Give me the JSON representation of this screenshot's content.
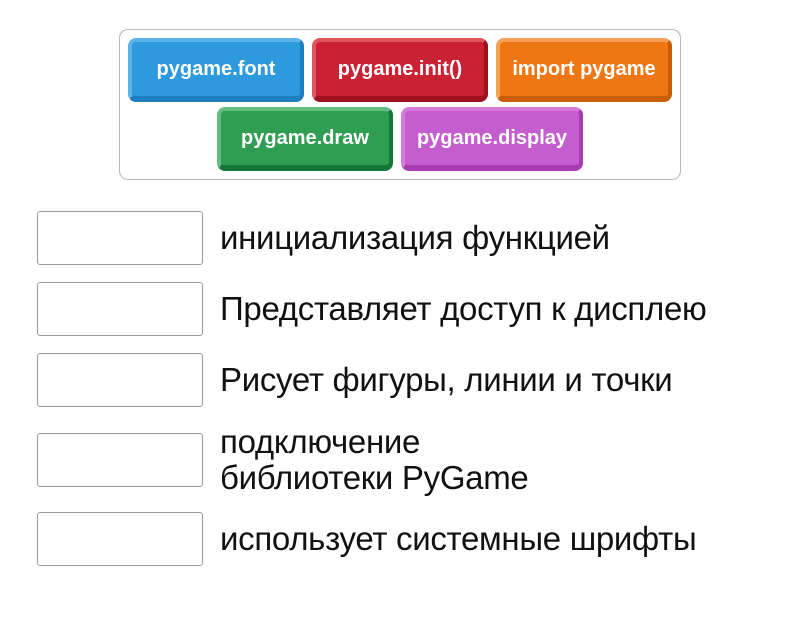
{
  "word_bank": {
    "chips": [
      {
        "label": "pygame.font",
        "color": "#2d9add",
        "light": "#5cb3e9",
        "dark": "#1e7ec2"
      },
      {
        "label": "pygame.init()",
        "color": "#ca2133",
        "light": "#de5560",
        "dark": "#9e1220"
      },
      {
        "label": "import pygame",
        "color": "#ee7714",
        "light": "#f6a055",
        "dark": "#c75e05"
      },
      {
        "label": "pygame.draw",
        "color": "#2f9e53",
        "light": "#63bd81",
        "dark": "#17763a"
      },
      {
        "label": "pygame.display",
        "color": "#c45ece",
        "light": "#d47ada",
        "dark": "#a93bb0"
      }
    ]
  },
  "match_rows": [
    {
      "definition": "инициализация функцией"
    },
    {
      "definition": "Представляет доступ к дисплею"
    },
    {
      "definition": "Рисует фигуры, линии и точки"
    },
    {
      "definition": "подключение\nбиблиотеки PyGame"
    },
    {
      "definition": "использует системные шрифты"
    }
  ]
}
